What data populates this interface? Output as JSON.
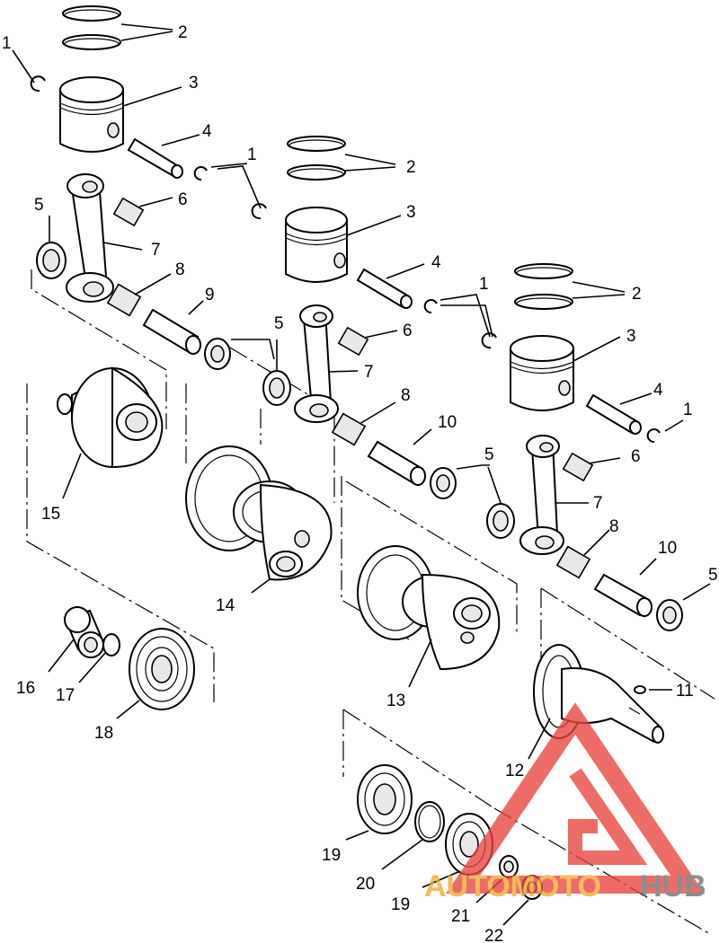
{
  "diagram": {
    "callouts": [
      {
        "id": "c1a",
        "text": "1"
      },
      {
        "id": "c2a",
        "text": "2"
      },
      {
        "id": "c3a",
        "text": "3"
      },
      {
        "id": "c4a",
        "text": "4"
      },
      {
        "id": "c1b",
        "text": "1"
      },
      {
        "id": "c2b",
        "text": "2"
      },
      {
        "id": "c3b",
        "text": "3"
      },
      {
        "id": "c5a",
        "text": "5"
      },
      {
        "id": "c6a",
        "text": "6"
      },
      {
        "id": "c7a",
        "text": "7"
      },
      {
        "id": "c4b",
        "text": "4"
      },
      {
        "id": "c8a",
        "text": "8"
      },
      {
        "id": "c9",
        "text": "9"
      },
      {
        "id": "c1c",
        "text": "1"
      },
      {
        "id": "c2c",
        "text": "2"
      },
      {
        "id": "c5b",
        "text": "5"
      },
      {
        "id": "c6b",
        "text": "6"
      },
      {
        "id": "c3c",
        "text": "3"
      },
      {
        "id": "c7b",
        "text": "7"
      },
      {
        "id": "c4c",
        "text": "4"
      },
      {
        "id": "c8b",
        "text": "8"
      },
      {
        "id": "c1d",
        "text": "1"
      },
      {
        "id": "c10a",
        "text": "10"
      },
      {
        "id": "c5c",
        "text": "5"
      },
      {
        "id": "c6c",
        "text": "6"
      },
      {
        "id": "c15",
        "text": "15"
      },
      {
        "id": "c7c",
        "text": "7"
      },
      {
        "id": "c8c",
        "text": "8"
      },
      {
        "id": "c10b",
        "text": "10"
      },
      {
        "id": "c5d",
        "text": "5"
      },
      {
        "id": "c14",
        "text": "14"
      },
      {
        "id": "c16",
        "text": "16"
      },
      {
        "id": "c17",
        "text": "17"
      },
      {
        "id": "c11",
        "text": "11"
      },
      {
        "id": "c13",
        "text": "13"
      },
      {
        "id": "c18",
        "text": "18"
      },
      {
        "id": "c12",
        "text": "12"
      },
      {
        "id": "c19a",
        "text": "19"
      },
      {
        "id": "c20",
        "text": "20"
      },
      {
        "id": "c19b",
        "text": "19"
      },
      {
        "id": "c21",
        "text": "21"
      },
      {
        "id": "c22",
        "text": "22"
      }
    ]
  },
  "watermark": {
    "text_left": "AUTOMOTO",
    "text_right": "HUB",
    "color_red": "#e8453c",
    "color_orange": "#f0a830",
    "color_gray": "#6e6e6e"
  }
}
